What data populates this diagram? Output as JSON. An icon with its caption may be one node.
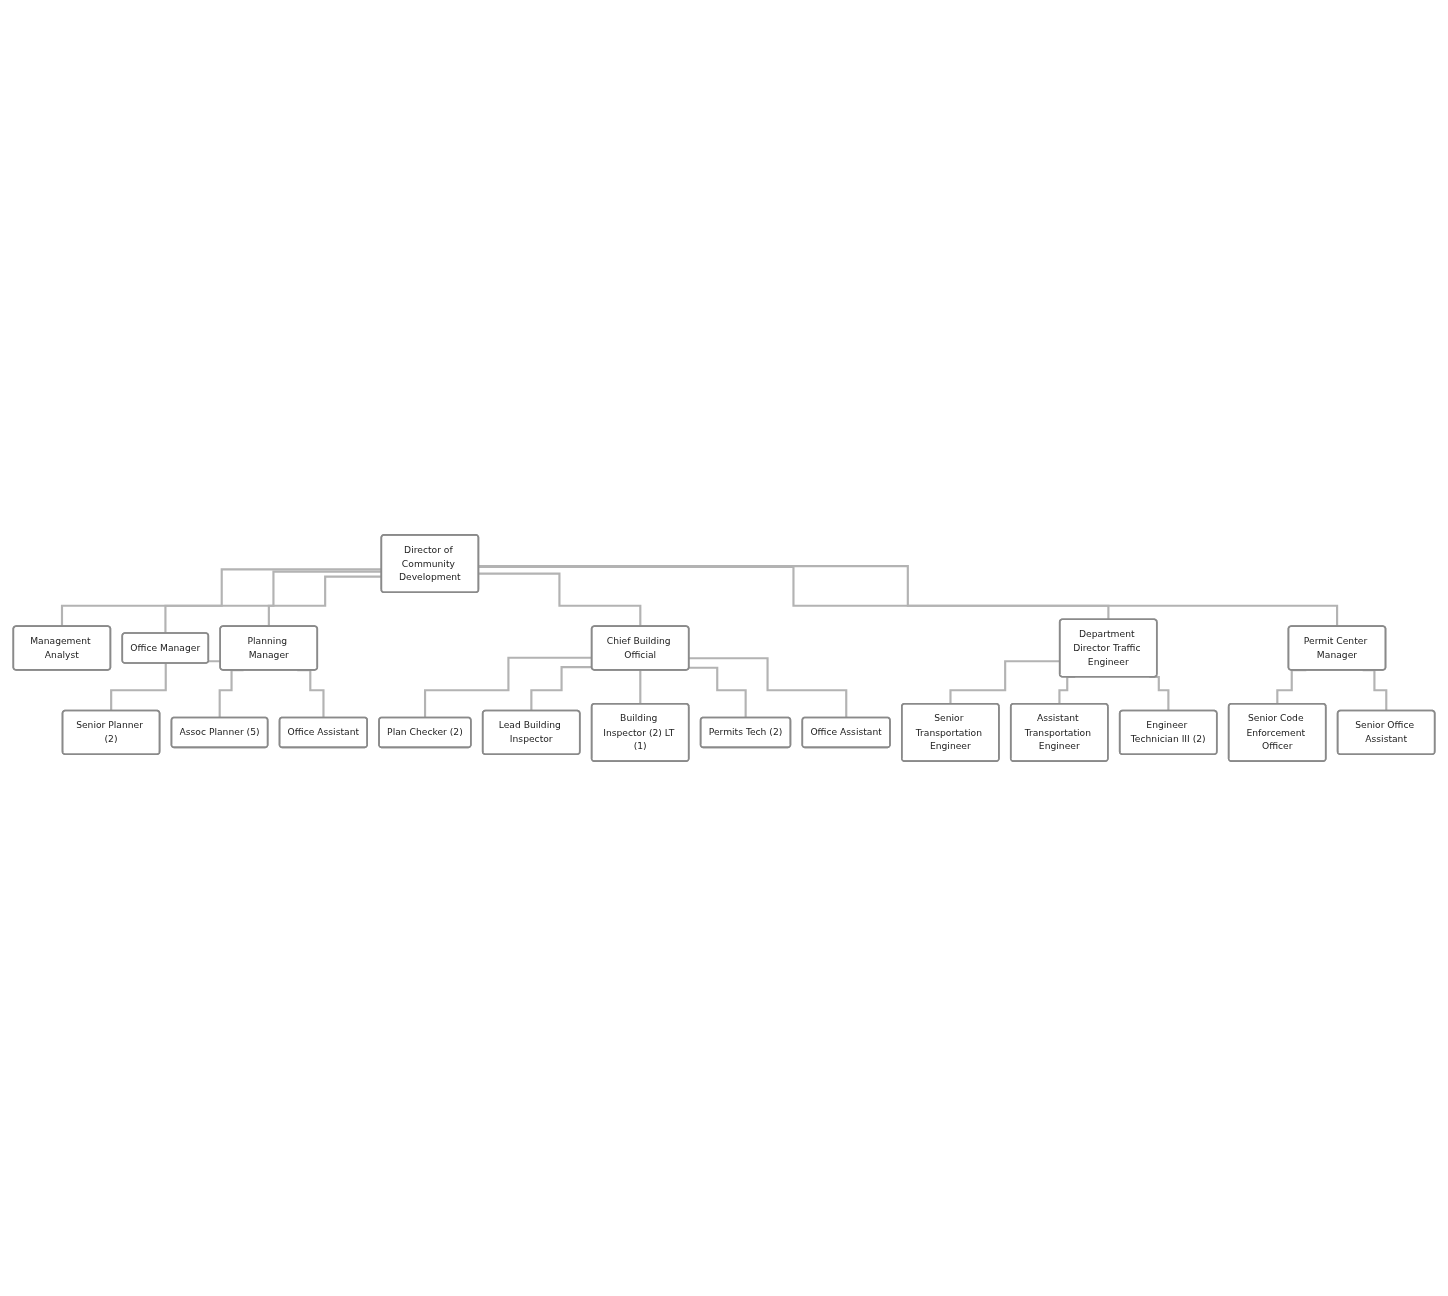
{
  "diagram": {
    "nodes": [
      {
        "text": [
          "Director of Community Development"
        ]
      },
      {
        "text": [
          "Management Analyst"
        ]
      },
      {
        "text": [
          "Office Manager"
        ]
      },
      {
        "text": [
          "Planning Manager"
        ]
      },
      {
        "text": [
          "Chief Building Official"
        ]
      },
      {
        "text": [
          "Department Director Traffic Engineer"
        ]
      },
      {
        "text": [
          "Permit Center Manager"
        ]
      },
      {
        "text": [
          "Senior Planner (2)"
        ]
      },
      {
        "text": [
          "Assoc Planner (5)"
        ]
      },
      {
        "text": [
          "Office Assistant"
        ]
      },
      {
        "text": [
          "Plan Checker (2)"
        ]
      },
      {
        "text": [
          "Lead Building Inspector"
        ]
      },
      {
        "text": [
          "Building Inspector (2) LT (1)"
        ]
      },
      {
        "text": [
          "Permits Tech (2)"
        ]
      },
      {
        "text": [
          "Office Assistant"
        ]
      },
      {
        "text": [
          "Senior Transportation Engineer"
        ]
      },
      {
        "text": [
          "Assistant Transportation Engineer"
        ]
      },
      {
        "text": [
          "Engineer Technician III (2)"
        ]
      },
      {
        "text": [
          "Senior Code Enforcement Officer"
        ]
      },
      {
        "text": [
          "Senior Office Assistant"
        ]
      }
    ],
    "edges": [
      {
        "from": 0,
        "to": 1,
        "arrow": "none"
      },
      {
        "from": 0,
        "to": 2,
        "arrow": "none"
      },
      {
        "from": 0,
        "to": 3,
        "arrow": "none"
      },
      {
        "from": 0,
        "to": 4,
        "arrow": "none"
      },
      {
        "from": 0,
        "to": 5,
        "arrow": "none"
      },
      {
        "from": 0,
        "to": 6,
        "arrow": "none"
      },
      {
        "from": 3,
        "to": 7,
        "arrow": "none"
      },
      {
        "from": 3,
        "to": 8,
        "arrow": "none"
      },
      {
        "from": 3,
        "to": 9,
        "arrow": "none"
      },
      {
        "from": 4,
        "to": 10,
        "arrow": "none"
      },
      {
        "from": 4,
        "to": 11,
        "arrow": "none"
      },
      {
        "from": 4,
        "to": 12,
        "arrow": "none"
      },
      {
        "from": 4,
        "to": 13,
        "arrow": "none"
      },
      {
        "from": 4,
        "to": 14,
        "arrow": "none"
      },
      {
        "from": 5,
        "to": 15,
        "arrow": "none"
      },
      {
        "from": 5,
        "to": 16,
        "arrow": "none"
      },
      {
        "from": 5,
        "to": 17,
        "arrow": "none"
      },
      {
        "from": 6,
        "to": 18,
        "arrow": "none"
      },
      {
        "from": 6,
        "to": 19,
        "arrow": "none"
      }
    ]
  }
}
